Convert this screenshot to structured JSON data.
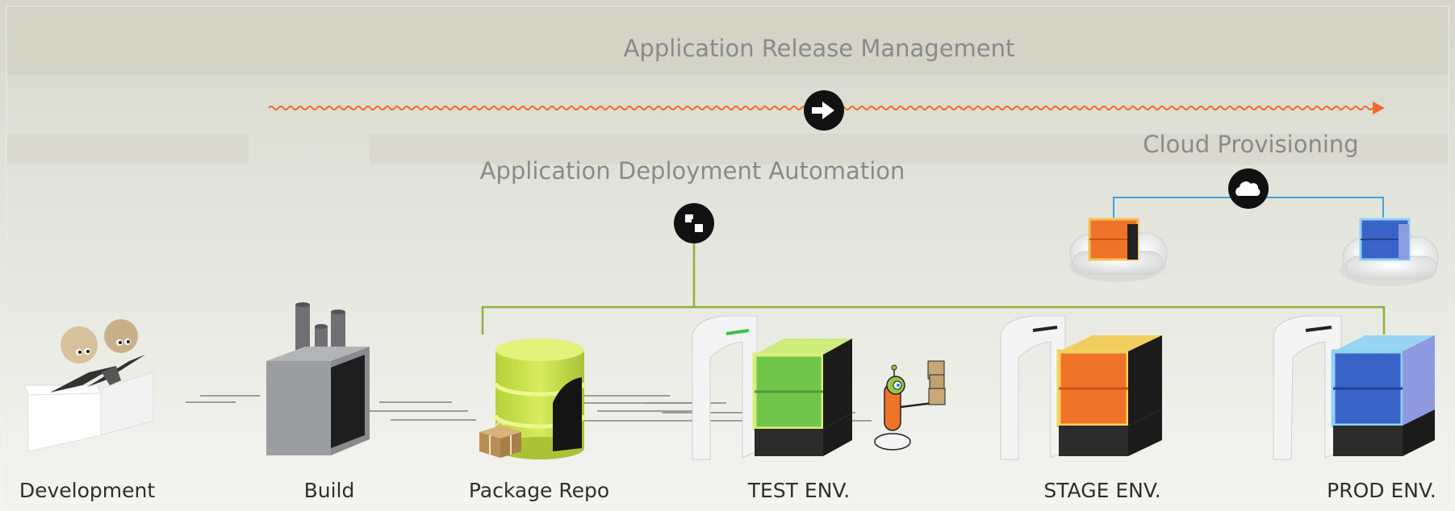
{
  "titles": {
    "release": "Application Release Management",
    "deployment": "Application Deployment Automation",
    "cloud": "Cloud Provisioning"
  },
  "stages": {
    "development": "Development",
    "build": "Build",
    "package_repo": "Package Repo",
    "test": "TEST ENV.",
    "stage": "STAGE ENV.",
    "prod": "PROD ENV."
  },
  "icons": {
    "release": "arrow-right-icon",
    "deployment": "checker-icon",
    "cloud": "cloud-icon"
  },
  "colors": {
    "release_line": "#f26a2b",
    "deployment_line": "#8fb03a",
    "cloud_line": "#3fa3e0",
    "test_env": "#6fc64a",
    "stage_env": "#f0732a",
    "prod_env": "#3a63c8",
    "repo": "#c9e34b"
  }
}
